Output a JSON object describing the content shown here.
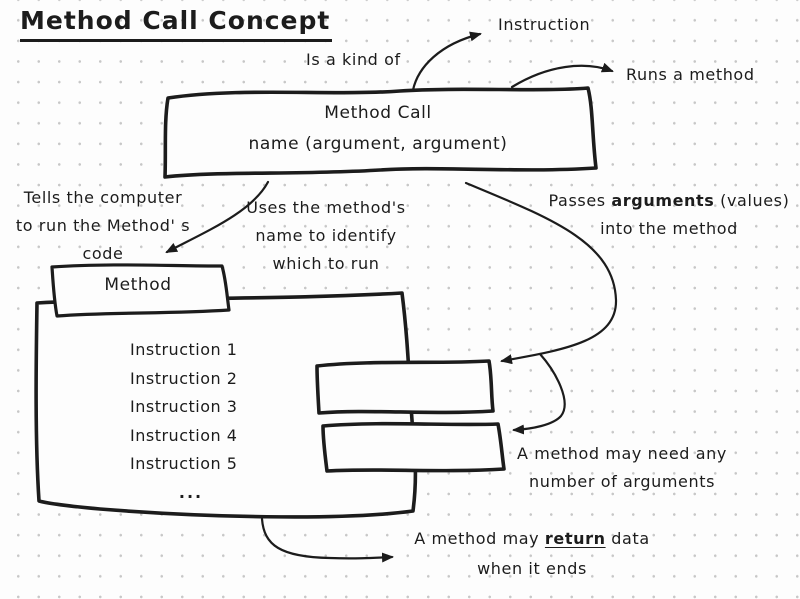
{
  "title": "Method Call Concept",
  "colors": {
    "ink": "#1c1c1c",
    "background": "#fdfdfd",
    "dot": "#c7c7c7"
  },
  "method_call_box": {
    "title": "Method Call",
    "signature": "name (argument, argument)"
  },
  "method_box": {
    "tab": "Method",
    "instructions": [
      "Instruction 1",
      "Instruction 2",
      "Instruction 3",
      "Instruction 4",
      "Instruction 5",
      "..."
    ]
  },
  "labels": {
    "is_a_kind_of": "Is a kind of",
    "instruction": "Instruction",
    "runs_a_method": "Runs a method",
    "tells": {
      "line1": "Tells the computer",
      "line2": "to run the Method' s",
      "line3": "code"
    },
    "uses": {
      "line1": "Uses the method's",
      "line2": "name to identify",
      "line3": "which to run"
    },
    "passes": {
      "pre": "Passes ",
      "bold": "arguments",
      "post": " (values)",
      "line2": "into the method"
    },
    "need": {
      "line1": "A method may need any",
      "line2": "number of arguments"
    },
    "return": {
      "pre": "A method may ",
      "bold": "return",
      "post": " data",
      "line2": "when it ends"
    }
  }
}
